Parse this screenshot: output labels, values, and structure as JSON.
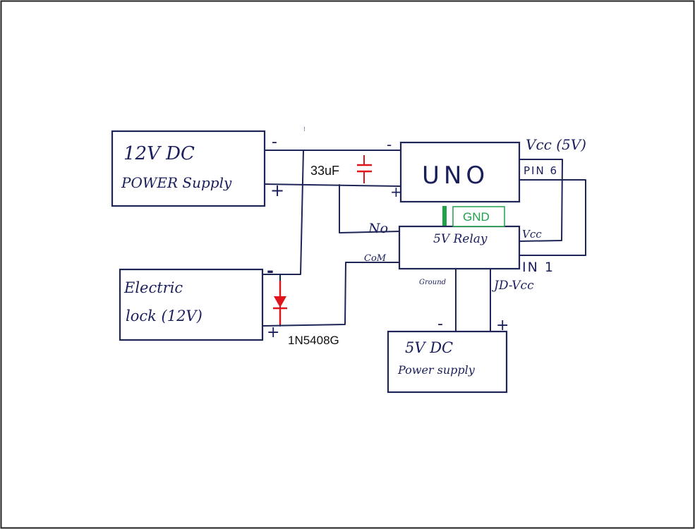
{
  "blocks": {
    "psu12": {
      "line1": "12V DC",
      "line2": "POWER Supply",
      "minus": "-",
      "plus": "+"
    },
    "uno": {
      "title": "UNO",
      "vcc": "Vcc (5V)",
      "pin": "PIN 6",
      "minus": "-",
      "plus": "+"
    },
    "relay": {
      "title": "5V Relay",
      "no": "No",
      "com": "CoM",
      "vcc": "Vcc",
      "in1": "IN 1",
      "ground": "Ground",
      "jdvcc": "JD-Vcc"
    },
    "lock": {
      "line1": "Electric",
      "line2": "lock (12V)",
      "minus": "-",
      "plus": "+"
    },
    "psu5": {
      "line1": "5V DC",
      "line2": "Power supply",
      "minus": "-",
      "plus": "+"
    }
  },
  "annotations": {
    "capacitor": "33uF",
    "diode": "1N5408G",
    "gnd": "GND"
  },
  "colors": {
    "ink": "#1f2557",
    "annotation_red": "#e0141b",
    "gnd_green": "#1fa24a",
    "frame": "#222222"
  }
}
